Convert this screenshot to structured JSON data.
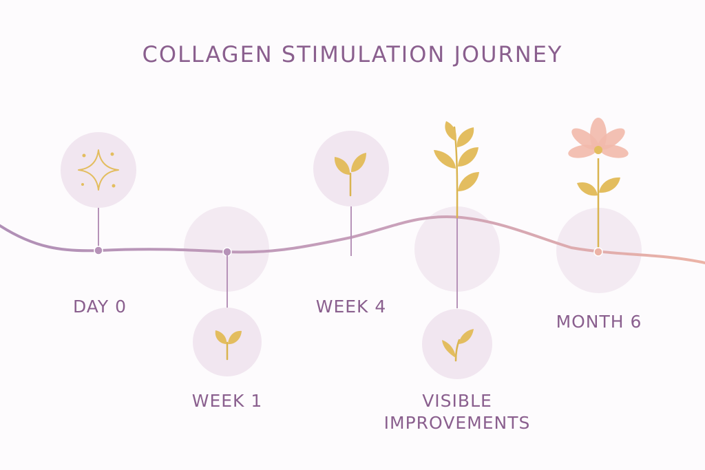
{
  "title": "COLLAGEN STIMULATION JOURNEY",
  "colors": {
    "text": "#8a5f8e",
    "circle": "#f1e6f0",
    "line_start": "#b08fb6",
    "line_end": "#ecb3a6",
    "leaf": "#e3bd5f",
    "stem": "#d9b450",
    "petal": "#f2b9ab",
    "stalk": "#b692b8"
  },
  "milestones": [
    {
      "id": "day-0",
      "label": [
        "DAY 0"
      ],
      "icon": "sparkle-icon"
    },
    {
      "id": "week-1",
      "label": [
        "WEEK 1"
      ],
      "icon": "sprout-icon"
    },
    {
      "id": "week-4",
      "label": [
        "WEEK 4"
      ],
      "icon": "sprout-icon"
    },
    {
      "id": "visible-improvements",
      "label": [
        "VISIBLE",
        "IMPROVEMENTS"
      ],
      "icon": "tall-sprout-icon"
    },
    {
      "id": "month-6",
      "label": [
        "MONTH 6"
      ],
      "icon": "flower-icon"
    }
  ]
}
